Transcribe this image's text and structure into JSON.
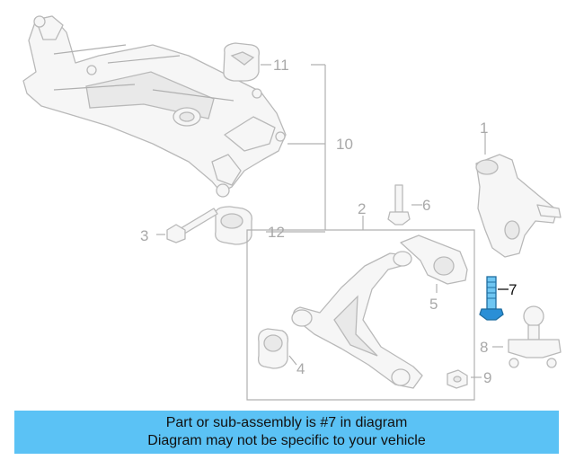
{
  "diagram": {
    "callouts": {
      "c1": "1",
      "c2": "2",
      "c3": "3",
      "c4": "4",
      "c5": "5",
      "c6": "6",
      "c7": "7",
      "c8": "8",
      "c9": "9",
      "c10": "10",
      "c11": "11",
      "c12": "12"
    },
    "highlighted_part": "7",
    "highlight_color": "#2a8fd6"
  },
  "banner": {
    "line1": "Part or sub-assembly is #7 in diagram",
    "line2": "Diagram may not be specific to your vehicle",
    "background": "#5bc2f5"
  }
}
